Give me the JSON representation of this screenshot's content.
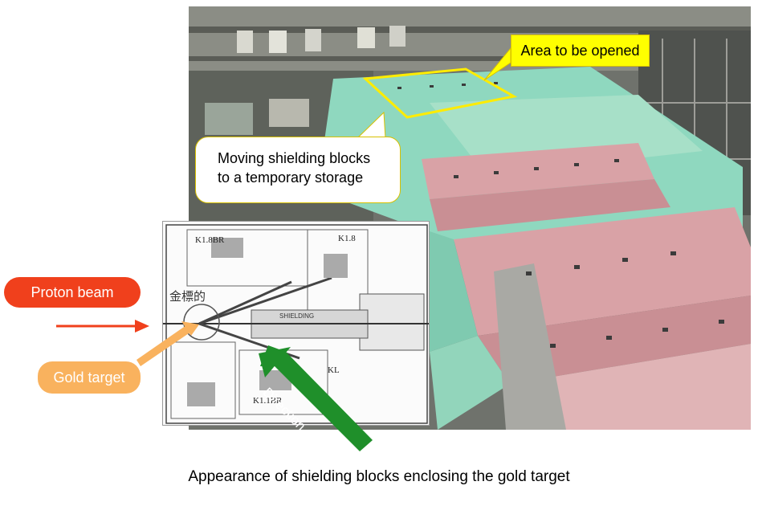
{
  "callouts": {
    "area_to_open": "Area to be opened",
    "moving_line1": "Moving shielding blocks",
    "moving_line2": "to a temporary storage"
  },
  "labels": {
    "proton_beam": "Proton beam",
    "gold_target": "Gold target",
    "direction_of_view": "Direction of the view"
  },
  "plan": {
    "k18br": "K1.8BR",
    "k18": "K1.8",
    "k11br": "K1.1BR",
    "kl": "KL",
    "kinhyoteki": "金標的",
    "shielding": "SHIELDING"
  },
  "caption": "Appearance of shielding blocks enclosing the gold target",
  "colors": {
    "proton_red": "#f0401c",
    "gold_orange": "#f9b25e",
    "callout_yellow": "#ffff00",
    "arrow_green": "#1f8f2a",
    "block_green": "#8fd8bf",
    "block_pink": "#d9a2a6"
  }
}
